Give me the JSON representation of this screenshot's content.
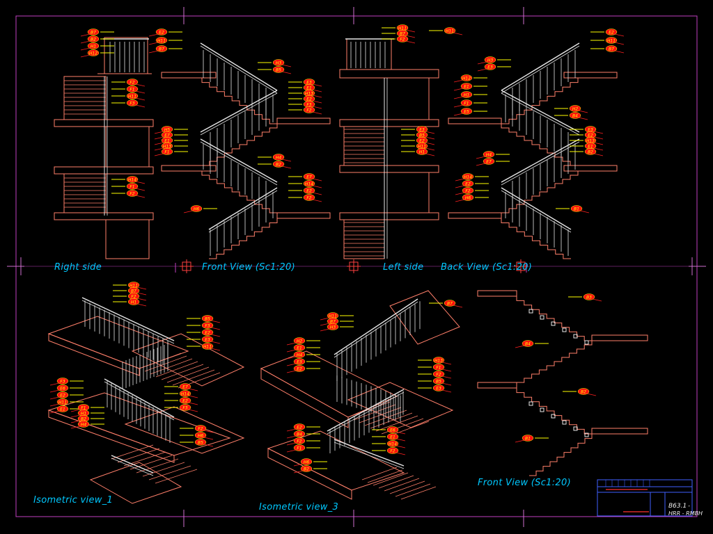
{
  "colors": {
    "background": "#000000",
    "geometry": "#ff7f6a",
    "railing": "#e8e8e8",
    "leader": "#ff2020",
    "tag_fill": "#ff1010",
    "tag_text": "#ffff00",
    "note_text": "#ffff00",
    "frame": "#c040c0",
    "view_label": "#00c8ff"
  },
  "views": {
    "right_side": "Right side",
    "front_view_1": "Front View (Sc1:20)",
    "left_side": "Left side",
    "back_view": "Back View (Sc1:20)",
    "isometric_1": "Isometric view_1",
    "isometric_3": "Isometric view_3",
    "front_view_2": "Front View (Sc1:20)"
  },
  "title_block": {
    "code": "B63.1",
    "suffix": "-",
    "subtitle": "HRR - RMBH"
  },
  "callouts": {
    "right_side": [
      "B7",
      "B2",
      "H1",
      "H12",
      "F2",
      "F1",
      "H11",
      "F3",
      "H14",
      "F1",
      "F2"
    ],
    "front_view_1": [
      "E2",
      "H11",
      "B7",
      "H3",
      "B5",
      "E3",
      "E1",
      "H13",
      "E2",
      "F3",
      "F2",
      "H5",
      "E7",
      "E1",
      "H13",
      "F1",
      "H4",
      "B2",
      "E7",
      "H14",
      "E2",
      "F2",
      "H6"
    ],
    "left_side": [
      "H11",
      "B7",
      "F2",
      "E3",
      "B5",
      "E2",
      "H11",
      "H1"
    ],
    "back_view": [
      "E2",
      "H11",
      "B7",
      "H3",
      "E3",
      "H12",
      "E1",
      "H1",
      "F1",
      "E5",
      "H2",
      "B4",
      "E3",
      "E2",
      "H13",
      "E1",
      "B2",
      "H4",
      "E7",
      "H14",
      "E2",
      "F2",
      "H6",
      "B1"
    ],
    "isometric_1": [
      "H11",
      "B7",
      "F2",
      "H1",
      "B5",
      "F3",
      "E2",
      "E3",
      "H11",
      "F3",
      "E6",
      "E2",
      "H11",
      "E1",
      "F1",
      "H1",
      "B2",
      "H4",
      "E7",
      "H14",
      "E2",
      "F3",
      "F2",
      "H6",
      "B5"
    ],
    "isometric_3": [
      "H11",
      "B7",
      "H3",
      "H2",
      "E1",
      "H4",
      "E3",
      "E2",
      "H13",
      "F1",
      "F2",
      "B5",
      "E3",
      "E2",
      "B4",
      "F2",
      "F1",
      "E6",
      "E1",
      "H14",
      "F2",
      "H6",
      "B2"
    ],
    "front_view_2": [
      "B3",
      "B4",
      "B2",
      "B1"
    ]
  }
}
